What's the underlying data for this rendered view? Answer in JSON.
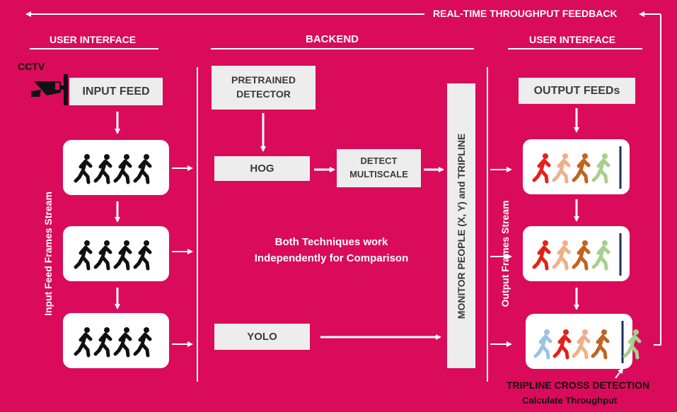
{
  "header": {
    "feedback_label": "REAL-TIME THROUGHPUT FEEDBACK"
  },
  "sections": {
    "left_ui": "USER INTERFACE",
    "backend": "BACKEND",
    "right_ui": "USER INTERFACE"
  },
  "left": {
    "cctv_label": "CCTV",
    "input_feed": "INPUT FEED",
    "stream_label": "Input Feed Frames Stream"
  },
  "backend": {
    "pretrained": "PRETRAINED\nDETECTOR",
    "hog": "HOG",
    "detect_multiscale": "DETECT\nMULTISCALE",
    "yolo": "YOLO",
    "note": "Both Techniques work\nIndependently for Comparison",
    "monitor": "MONITOR PEOPLE (X, Y) and TRIPLINE"
  },
  "right": {
    "output_feeds": "OUTPUT FEEDs",
    "stream_label": "Output Frames Stream",
    "tripline_title": "TRIPLINE CROSS DETECTION",
    "tripline_sub": "Calculate Throughput"
  },
  "colors": {
    "background": "#d90b5a",
    "box": "#ededed",
    "arrow": "#ffffff",
    "walker_black": "#111111",
    "walker_red": "#e3211c",
    "walker_peach": "#eeb08a",
    "walker_brown": "#c0641f",
    "walker_green": "#a7d08c",
    "walker_blue": "#9cc2e5",
    "tripline": "#1f2f5f"
  },
  "icons": [
    "cctv-camera-icon",
    "walking-person-icon",
    "tripline-icon"
  ]
}
